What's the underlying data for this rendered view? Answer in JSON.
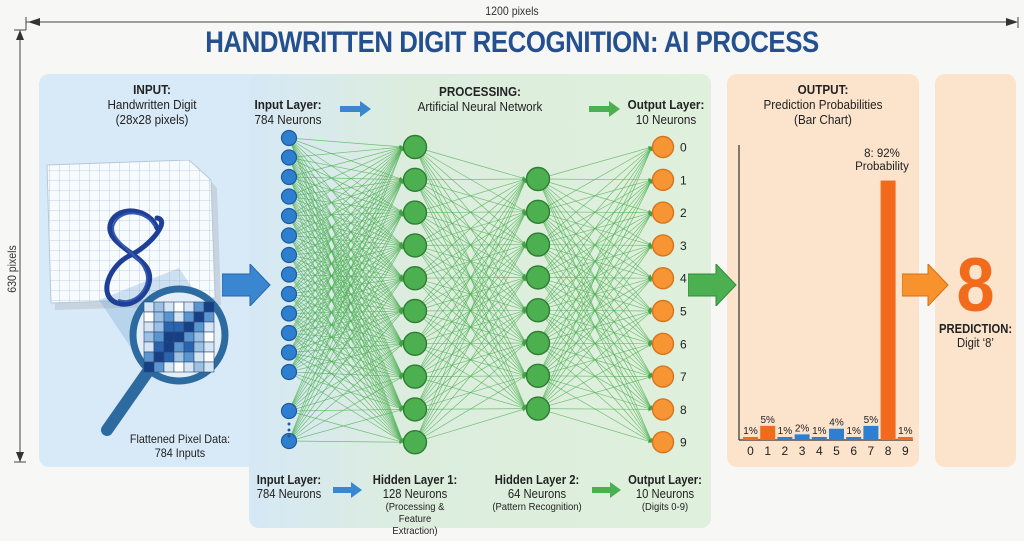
{
  "dimensions": {
    "width_label": "1200 pixels",
    "height_label": "630 pixels"
  },
  "title": "HANDWRITTEN DIGIT RECOGNITION: AI PROCESS",
  "input_panel": {
    "heading": "INPUT:",
    "line1": "Handwritten Digit",
    "line2": "(28x28 pixels)",
    "digit_drawn": "8",
    "caption1": "Flattened Pixel Data:",
    "caption2": "784 Inputs"
  },
  "processing_panel": {
    "heading": "PROCESSING:",
    "subheading": "Artificial Neural Network",
    "top_input_label": "Input Layer:",
    "top_input_count": "784 Neurons",
    "top_output_label": "Output Layer:",
    "top_output_count": "10 Neurons",
    "layers": [
      {
        "label": "Input Layer:",
        "count": "784 Neurons",
        "note": ""
      },
      {
        "label": "Hidden Layer 1:",
        "count": "128 Neurons",
        "note": "(Processing & Feature Extraction)"
      },
      {
        "label": "Hidden Layer 2:",
        "count": "64 Neurons",
        "note": "(Pattern Recognition)"
      },
      {
        "label": "Output Layer:",
        "count": "10 Neurons",
        "note": "(Digits 0-9)"
      }
    ],
    "output_neuron_labels": [
      "0",
      "1",
      "2",
      "3",
      "4",
      "5",
      "6",
      "7",
      "8",
      "9"
    ],
    "colors": {
      "input": "#2f7fd0",
      "hidden": "#4caf50",
      "output": "#f79433",
      "edges": "#4caf50"
    }
  },
  "output_panel": {
    "heading": "OUTPUT:",
    "line1": "Prediction Probabilities",
    "line2": "(Bar Chart)",
    "top_annotation1": "8: 92%",
    "top_annotation2": "Probability"
  },
  "prediction_panel": {
    "digit": "8",
    "heading": "PREDICTION:",
    "label": "Digit ‘8’"
  },
  "chart_data": {
    "type": "bar",
    "title": "Prediction Probabilities",
    "categories": [
      "0",
      "1",
      "2",
      "3",
      "4",
      "5",
      "6",
      "7",
      "8",
      "9"
    ],
    "values": [
      1,
      5,
      1,
      2,
      1,
      4,
      1,
      5,
      92,
      1
    ],
    "value_labels": [
      "1%",
      "5%",
      "1%",
      "2%",
      "1%",
      "4%",
      "1%",
      "5%",
      "8: 92% Probability",
      "1%"
    ],
    "bar_colors": [
      "#f26b1d",
      "#f26b1d",
      "#2f7fd0",
      "#2f7fd0",
      "#2f7fd0",
      "#2f7fd0",
      "#2f7fd0",
      "#2f7fd0",
      "#f26b1d",
      "#f26b1d"
    ],
    "xlabel": "",
    "ylabel": "",
    "ylim": [
      0,
      100
    ],
    "grid": false
  }
}
